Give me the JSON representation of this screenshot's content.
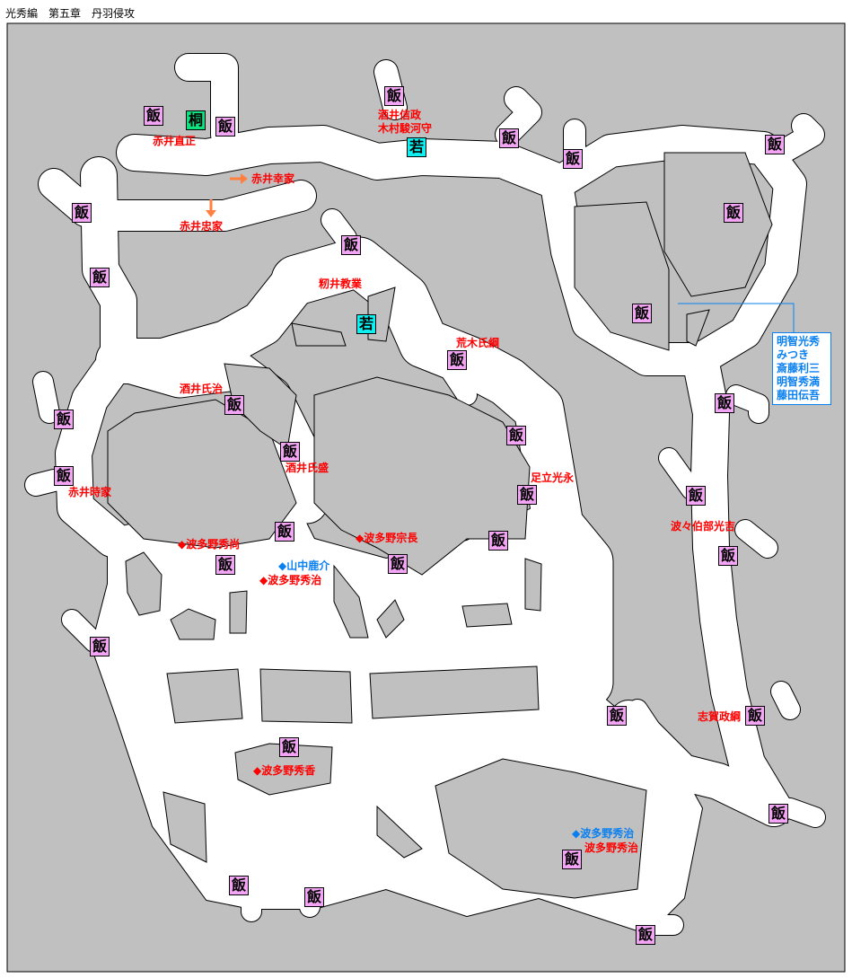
{
  "title": "光秀編　第五章　丹羽侵攻",
  "markers": {
    "food": "飯",
    "paulownia": "桐",
    "young": "若"
  },
  "enemies": {
    "akai_naomasa": "赤井直正",
    "akai_yukiie": "赤井幸家",
    "akai_tadaie": "赤井忠家",
    "sakai_nobumasa": "酒井信政",
    "kimura": "木村駿河守",
    "momii": "籾井教業",
    "araki": "荒木氏綱",
    "sakai_ujiharu": "酒井氏治",
    "sakai_ujimori": "酒井氏盛",
    "adachi": "足立光永",
    "akai_tokiie": "赤井時家",
    "hahakabe": "波々伯部光吉",
    "hatano_hidenao": "◆波多野秀尚",
    "hatano_munenaga": "◆波多野宗長",
    "hatano_hideharu_1": "◆波多野秀治",
    "shiga": "志賀政綱",
    "hatano_hidekado": "◆波多野秀香",
    "hatano_hideharu_2": "波多野秀治"
  },
  "allies": {
    "yamanaka": "◆山中鹿介",
    "hatano_hideharu_blue": "◆波多野秀治",
    "start_group": [
      "明智光秀",
      "みつき",
      "斎藤利三",
      "明智秀満",
      "藤田伝吾"
    ]
  },
  "colors": {
    "wall": "#c0c0c0",
    "floor": "#ffffff",
    "food": "#f4a4f4",
    "enemy": "#ff0000",
    "ally": "#0a80f0",
    "arrow": "#ff8040"
  }
}
